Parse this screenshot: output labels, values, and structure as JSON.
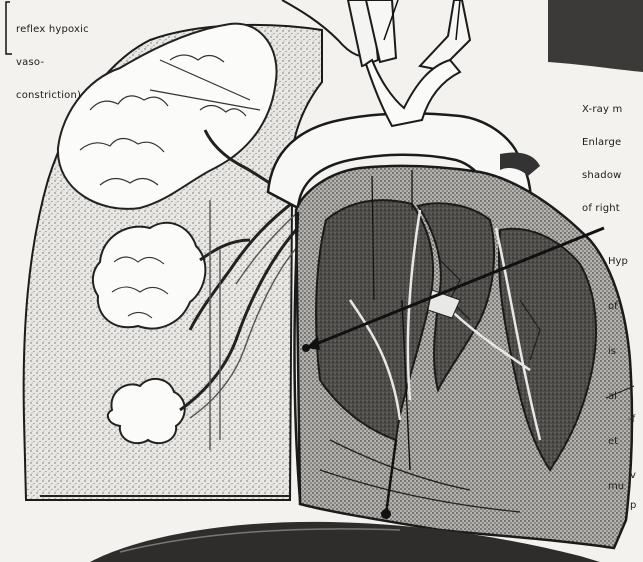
{
  "labels": {
    "top_left": [
      "reflex hypoxic",
      "vaso-",
      "constriction)"
    ],
    "right_upper": [
      "X-ray m",
      "Enlarge",
      "shadow",
      "of right"
    ],
    "right_middle": [
      "Hyp",
      "of",
      "is",
      "al",
      "et",
      "mu"
    ],
    "right_lower": [
      "-f",
      "v",
      "p"
    ]
  },
  "icons": {
    "lung": "lung-illustration",
    "heart": "heart-illustration",
    "aorta": "aorta-illustration"
  },
  "colors": {
    "background": "#f3f2ef",
    "ink": "#1b1b1b",
    "shade": "#6a6a6a"
  }
}
